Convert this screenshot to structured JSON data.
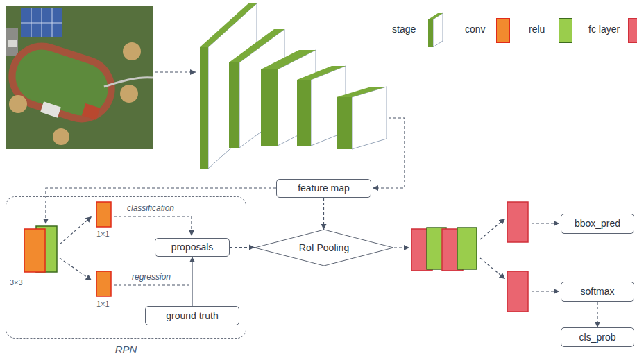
{
  "diagram": {
    "nodes": [
      {
        "text": [
          "feature map"
        ]
      },
      {
        "text": [
          "RPN"
        ]
      },
      {
        "text": [
          "proposals"
        ],
        "in": 1
      },
      {
        "text": [
          "ground truth"
        ],
        "in": 1
      },
      {
        "text": [
          "RoI Pooling"
        ]
      },
      {
        "text": [
          "bbox_pred"
        ]
      },
      {
        "text": [
          "softmax"
        ]
      },
      {
        "text": [
          "cls_prob"
        ]
      }
    ],
    "edges": [
      {
        "from": 0,
        "to": 4,
        "arrow": "to"
      },
      {
        "from": 2,
        "to": 4,
        "arrow": "to"
      },
      {
        "from": 3,
        "to": 2,
        "arrow": "to"
      },
      {
        "from": 6,
        "to": 7,
        "arrow": "to"
      }
    ],
    "labels": [
      "classification",
      "1×1",
      "regression",
      "3×3",
      "1×1"
    ],
    "legend": [
      {
        "text": "stage"
      },
      {
        "text": "conv",
        "color": "#f28a2e"
      },
      {
        "text": "relu",
        "color": "#9acd4c"
      },
      {
        "text": "fc layer",
        "color": "#ea6570"
      }
    ]
  }
}
